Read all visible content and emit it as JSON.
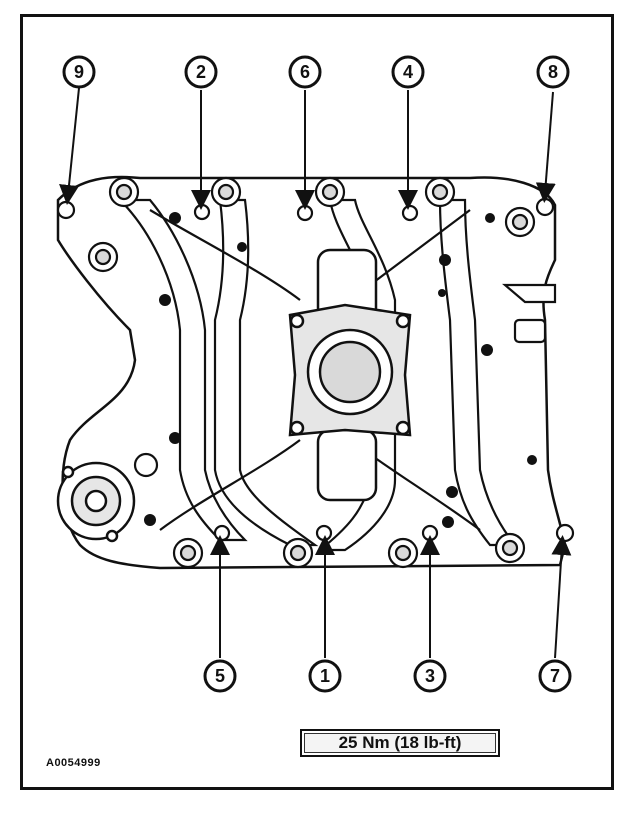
{
  "callouts": [
    {
      "label": "9"
    },
    {
      "label": "2"
    },
    {
      "label": "6"
    },
    {
      "label": "4"
    },
    {
      "label": "8"
    },
    {
      "label": "5"
    },
    {
      "label": "1"
    },
    {
      "label": "3"
    },
    {
      "label": "7"
    }
  ],
  "torque_spec": "25 Nm (18 lb-ft)",
  "figure_id": "A0054999",
  "colors": {
    "line": "#111111",
    "fill": "#ffffff",
    "shade": "#d9d9d9"
  }
}
